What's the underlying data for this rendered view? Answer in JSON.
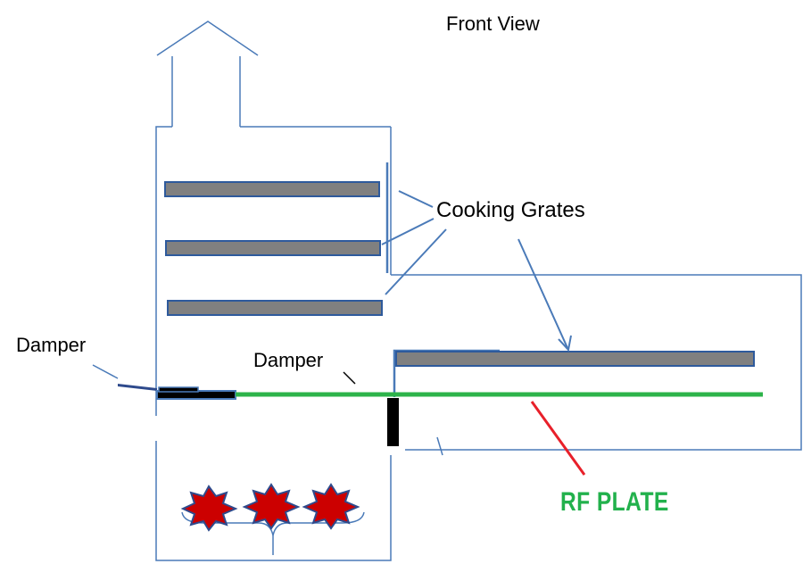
{
  "title": "Front View",
  "labels": {
    "cooking_grates": "Cooking Grates",
    "damper_left": "Damper",
    "damper_middle": "Damper",
    "rf_plate": "RF PLATE"
  },
  "colors": {
    "outline": "#4a7ab8",
    "grate_fill": "#808080",
    "grate_border": "#2e5a9c",
    "rf_plate": "#2db34a",
    "rf_plate_label": "#22b14c",
    "pointer_red": "#e8202a",
    "flame_fill": "#cc0000",
    "flame_border": "#2e4a8c",
    "damper_bar": "#000000"
  }
}
